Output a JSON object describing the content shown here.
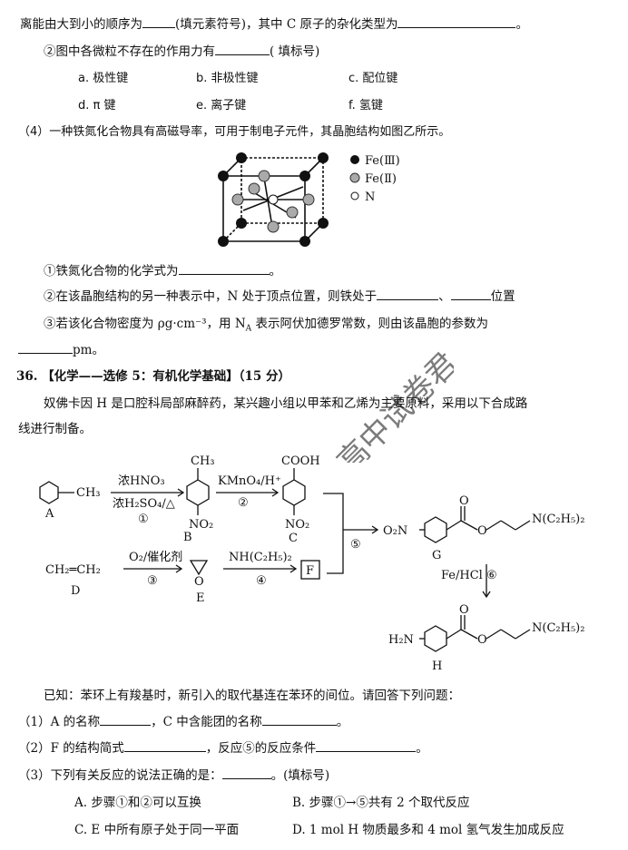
{
  "q3": {
    "line1_a": "离能由大到小的顺序为",
    "line1_b": "(填元素符号)，其中 C 原子的杂化类型为",
    "line1_end": "。",
    "q2_text": "②图中各微粒不存在的作用力有",
    "q2_hint": "( 填标号)",
    "options": [
      "a. 极性键",
      "b. 非极性键",
      "c. 配位键",
      "d. π 键",
      "e. 离子键",
      "f. 氢键"
    ]
  },
  "q4": {
    "intro": "（4）一种铁氮化合物具有高磁导率，可用于制电子元件，其晶胞结构如图乙所示。",
    "legend": [
      "Fe(Ⅲ)",
      "Fe(Ⅱ)",
      "N"
    ],
    "s1": "①铁氮化合物的化学式为",
    "s1_end": "。",
    "s2": "②在该晶胞结构的另一种表示中，N 处于顶点位置，则铁处于",
    "s2_sep": "、",
    "s2_end": "位置",
    "s3": "③若该化合物密度为 ρg·cm⁻³，用 N",
    "s3_sub": "A",
    "s3_b": " 表示阿伏加德罗常数，则由该晶胞的参数为",
    "s3_unit": "pm。"
  },
  "q36": {
    "header": "36. 【化学——选修 5：有机化学基础】（15 分）",
    "intro1": "奴佛卡因 H 是口腔科局部麻醉药，某兴趣小组以甲苯和乙烯为主要原料，采用以下合成路",
    "intro2": "线进行制备。",
    "known": "已知：苯环上有羧基时，新引入的取代基连在苯环的间位。请回答下列问题：",
    "p1a": "（1）A 的名称",
    "p1b": "，C 中含能团的名称",
    "p1_end": "。",
    "p2a": "（2）F 的结构简式",
    "p2b": "，反应⑤的反应条件",
    "p2_end": "。",
    "p3": "（3）下列有关反应的说法正确的是：",
    "p3_end": "。(填标号)",
    "choiceA": "A. 步骤①和②可以互换",
    "choiceB": "B. 步骤①→⑤共有 2 个取代反应",
    "choiceC": "C. E 中所有原子处于同一平面",
    "choiceD": "D. 1 mol H 物质最多和 4 mol 氢气发生加成反应"
  },
  "scheme": {
    "r1_top": "浓HNO₃",
    "r1_bot": "浓H₂SO₄/△",
    "r1_num": "①",
    "r2_top": "KMnO₄/H⁺",
    "r2_num": "②",
    "ch3": "CH₃",
    "cooh": "COOH",
    "no2": "NO₂",
    "o2n": "O₂N",
    "lblA": "A",
    "lblB": "B",
    "lblC": "C",
    "lblD": "D",
    "lblE": "E",
    "lblF": "F",
    "lblG": "G",
    "lblH": "H",
    "ethylene": "CH₂═CH₂",
    "r3_top": "O₂/催化剂",
    "r3_num": "③",
    "r4_top": "NH(C₂H₅)₂",
    "r4_num": "④",
    "r5_num": "⑤",
    "r6": "Fe/HCl ⑥",
    "amine": "N(C₂H₅)₂",
    "h2n": "H₂N",
    "O": "O"
  },
  "watermark": "高中试卷君"
}
